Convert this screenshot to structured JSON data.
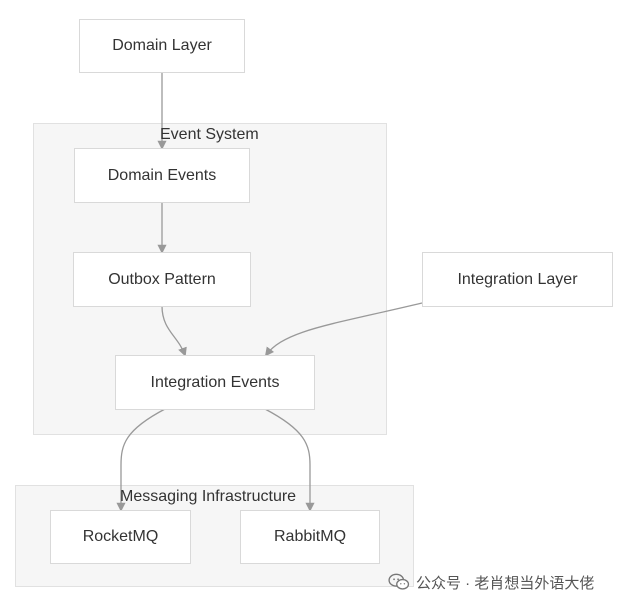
{
  "groups": {
    "event_system": "Event System",
    "messaging_infrastructure": "Messaging Infrastructure"
  },
  "nodes": {
    "domain_layer": "Domain Layer",
    "domain_events": "Domain Events",
    "outbox_pattern": "Outbox Pattern",
    "integration_layer": "Integration Layer",
    "integration_events": "Integration Events",
    "rocketmq": "RocketMQ",
    "rabbitmq": "RabbitMQ"
  },
  "edges": [
    {
      "from": "Domain Layer",
      "to": "Domain Events"
    },
    {
      "from": "Domain Events",
      "to": "Outbox Pattern"
    },
    {
      "from": "Outbox Pattern",
      "to": "Integration Events"
    },
    {
      "from": "Integration Layer",
      "to": "Integration Events"
    },
    {
      "from": "Integration Events",
      "to": "RocketMQ"
    },
    {
      "from": "Integration Events",
      "to": "RabbitMQ"
    }
  ],
  "watermark": {
    "text": "公众号 · 老肖想当外语大佬",
    "icon": "wechat-icon"
  },
  "colors": {
    "group_fill": "#f6f6f6",
    "group_border": "#e1e1e1",
    "node_border": "#d9d9d9",
    "edge": "#999999"
  }
}
